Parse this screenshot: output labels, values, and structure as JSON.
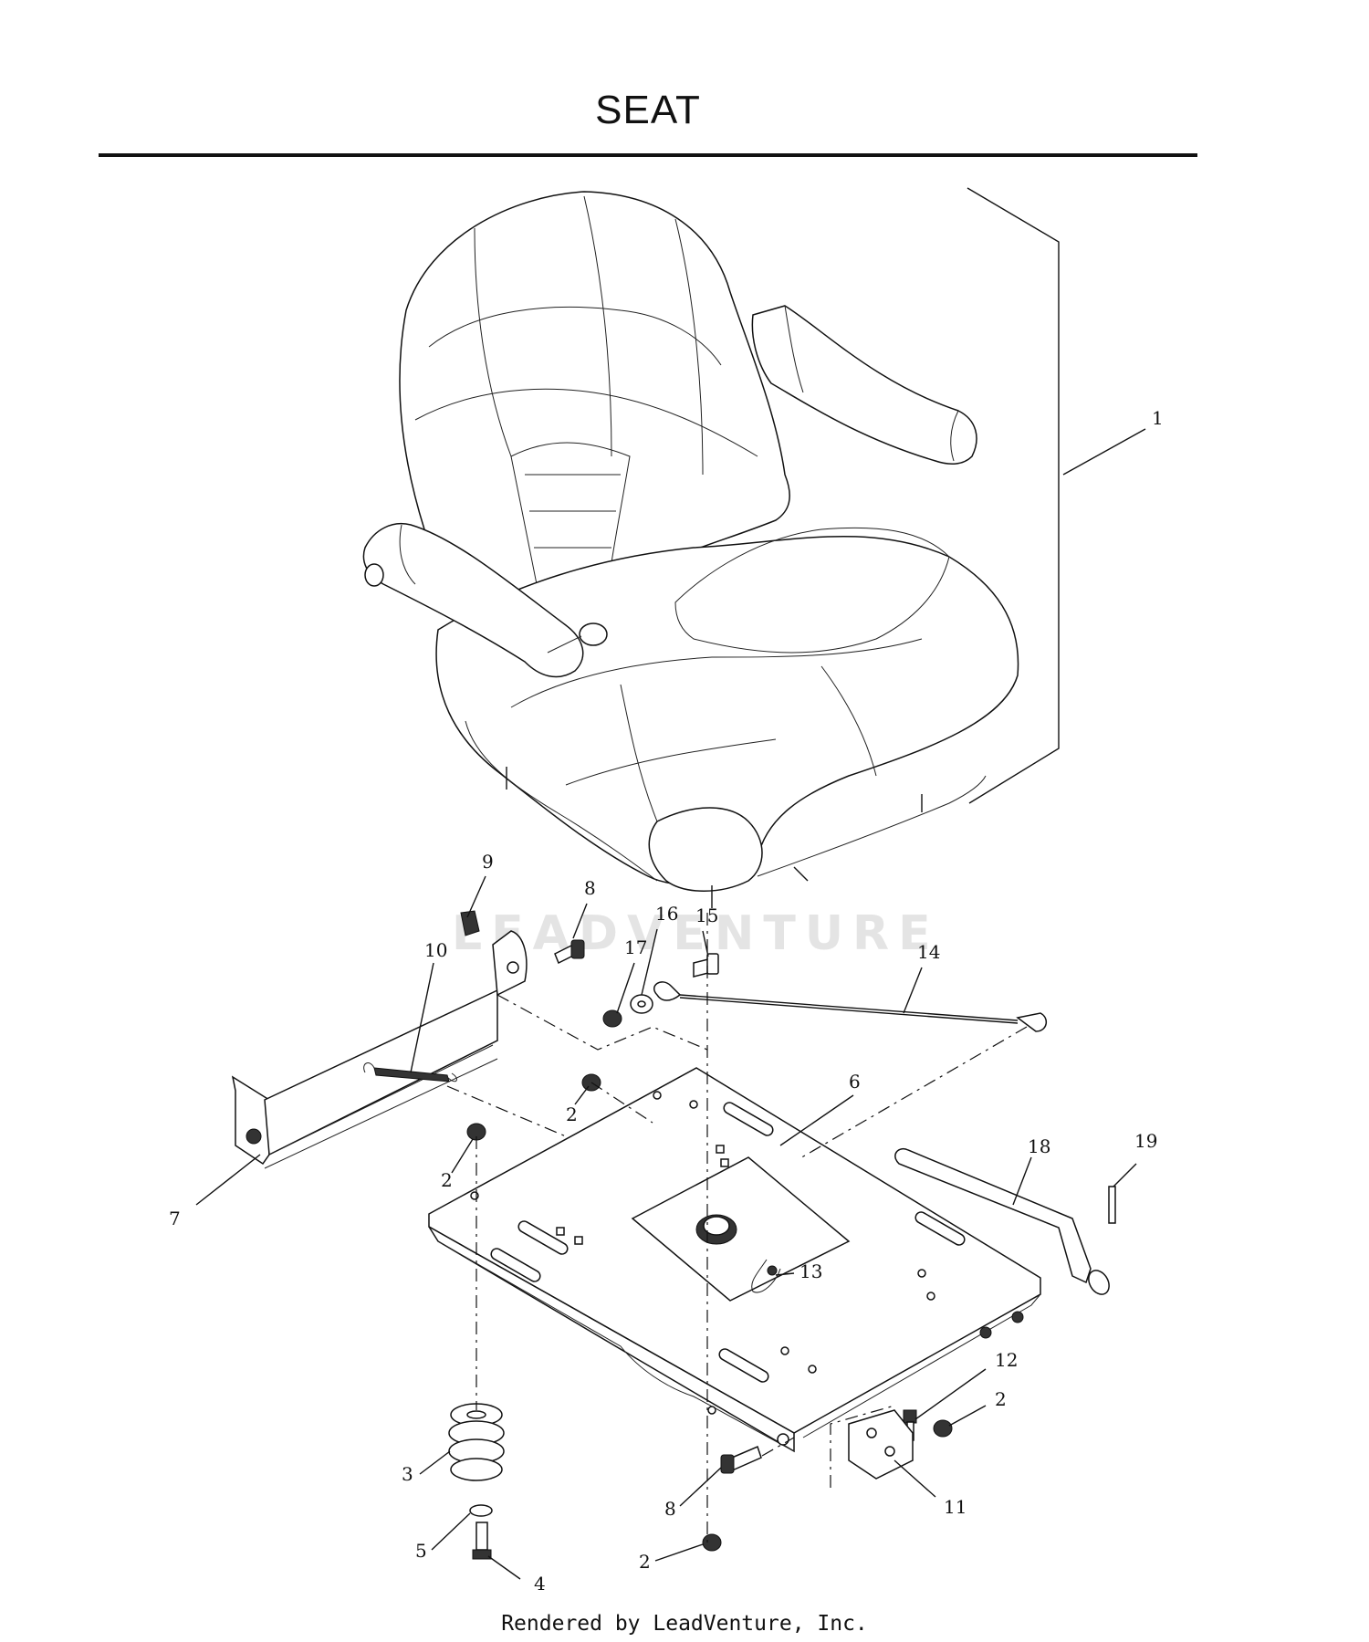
{
  "title": "SEAT",
  "footer": "Rendered by LeadVenture, Inc.",
  "watermark": "LEADVENTURE",
  "callouts": [
    {
      "id": "c1",
      "label": "1"
    },
    {
      "id": "c9",
      "label": "9"
    },
    {
      "id": "c8a",
      "label": "8"
    },
    {
      "id": "c16",
      "label": "16"
    },
    {
      "id": "c15",
      "label": "15"
    },
    {
      "id": "c17",
      "label": "17"
    },
    {
      "id": "c14",
      "label": "14"
    },
    {
      "id": "c10",
      "label": "10"
    },
    {
      "id": "c6",
      "label": "6"
    },
    {
      "id": "c2a",
      "label": "2"
    },
    {
      "id": "c2b",
      "label": "2"
    },
    {
      "id": "c18",
      "label": "18"
    },
    {
      "id": "c19",
      "label": "19"
    },
    {
      "id": "c7",
      "label": "7"
    },
    {
      "id": "c13",
      "label": "13"
    },
    {
      "id": "c12",
      "label": "12"
    },
    {
      "id": "c2c",
      "label": "2"
    },
    {
      "id": "c3",
      "label": "3"
    },
    {
      "id": "c8b",
      "label": "8"
    },
    {
      "id": "c11",
      "label": "11"
    },
    {
      "id": "c5",
      "label": "5"
    },
    {
      "id": "c2d",
      "label": "2"
    },
    {
      "id": "c4",
      "label": "4"
    }
  ]
}
